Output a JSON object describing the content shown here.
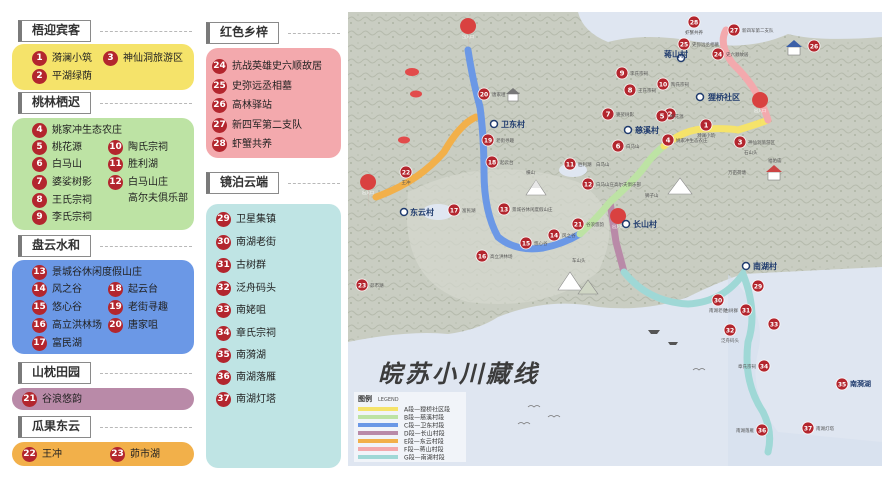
{
  "sections": {
    "yingke": {
      "title": "梧迎宾客",
      "color": "#f5e36a",
      "items": [
        {
          "n": "1",
          "t": "漪澜小筑"
        },
        {
          "n": "3",
          "t": "神仙洞旅游区"
        },
        {
          "n": "2",
          "t": "平湖绿荫"
        }
      ]
    },
    "qichi": {
      "title": "桃林栖迟",
      "color": "#bde3a4",
      "items": [
        {
          "n": "4",
          "t": "姚家冲生态农庄"
        },
        {
          "n": "5",
          "t": "桃花源"
        },
        {
          "n": "10",
          "t": "陶氏宗祠"
        },
        {
          "n": "6",
          "t": "白马山"
        },
        {
          "n": "11",
          "t": "胜利湖"
        },
        {
          "n": "7",
          "t": "婆娑树影"
        },
        {
          "n": "12",
          "t": "白马山庄"
        },
        {
          "n": "8",
          "t": "王氏宗祠"
        },
        {
          "n": "9",
          "t": "李氏宗祠"
        }
      ],
      "item12_sub": "高尔夫俱乐部"
    },
    "shuihe": {
      "title": "盘云水和",
      "color": "#6b98e6",
      "items": [
        {
          "n": "13",
          "t": "景城谷休闲度假山庄"
        },
        {
          "n": "14",
          "t": "风之谷"
        },
        {
          "n": "18",
          "t": "起云台"
        },
        {
          "n": "15",
          "t": "悠心谷"
        },
        {
          "n": "19",
          "t": "老街寻趣"
        },
        {
          "n": "16",
          "t": "高立洪林场"
        },
        {
          "n": "20",
          "t": "唐家咀"
        },
        {
          "n": "17",
          "t": "富民湖"
        }
      ]
    },
    "tianyuan": {
      "title": "山枕田园",
      "color": "#b98aa8",
      "items": [
        {
          "n": "21",
          "t": "谷浪悠韵"
        }
      ]
    },
    "dongyun": {
      "title": "瓜果东云",
      "color": "#f2b04a",
      "items": [
        {
          "n": "22",
          "t": "王冲"
        },
        {
          "n": "23",
          "t": "茆市湖"
        }
      ]
    },
    "xiangzi": {
      "title": "红色乡梓",
      "color": "#f3a9ad",
      "items": [
        {
          "n": "24",
          "t": "抗战英雄史六顺故居"
        },
        {
          "n": "25",
          "t": "史弥远丞相墓"
        },
        {
          "n": "26",
          "t": "高林驿站"
        },
        {
          "n": "27",
          "t": "新四军第二支队"
        },
        {
          "n": "28",
          "t": "虾蟹共养"
        }
      ]
    },
    "yunduan": {
      "title": "镜泊云端",
      "color": "#bfe4e4",
      "items": [
        {
          "n": "29",
          "t": "卫星集镇"
        },
        {
          "n": "30",
          "t": "南湖老街"
        },
        {
          "n": "31",
          "t": "古树群"
        },
        {
          "n": "32",
          "t": "泛舟码头"
        },
        {
          "n": "33",
          "t": "南姥咀"
        },
        {
          "n": "34",
          "t": "章氏宗祠"
        },
        {
          "n": "35",
          "t": "南漪湖"
        },
        {
          "n": "36",
          "t": "南湖落雁"
        },
        {
          "n": "37",
          "t": "南湖灯塔"
        }
      ]
    }
  },
  "map": {
    "title": "皖苏小川藏线",
    "villages": [
      "卫东村",
      "蒋山村",
      "狸桥社区",
      "慈溪村",
      "东云村",
      "长山村",
      "南湖村"
    ],
    "entrance_label": "出入口",
    "legend": {
      "title": "图例",
      "subtitle": "LEGEND",
      "rows": [
        {
          "label": "A段—狸桥社区段",
          "color": "#f5e36a"
        },
        {
          "label": "B段—慈溪村段",
          "color": "#bde3a4"
        },
        {
          "label": "C段—卫东村段",
          "color": "#6b98e6"
        },
        {
          "label": "D段—长山村段",
          "color": "#b98aa8"
        },
        {
          "label": "E段—东云村段",
          "color": "#f2b04a"
        },
        {
          "label": "F段—蒋山村段",
          "color": "#f3a9ad"
        },
        {
          "label": "G段—南湖村段",
          "color": "#9fd8d6"
        }
      ]
    },
    "place_labels": {
      "p1": "漪澜小筑",
      "p3": "神仙洞旅游区",
      "p4": "姚家冲生态农庄",
      "p5": "桃花源",
      "p6": "白马山",
      "p7": "婆娑树影",
      "p8": "王氏宗祠",
      "p9": "李氏宗祠",
      "p10": "陶氏宗祠",
      "p11": "胜利湖",
      "p12": "白马山庄高尔夫俱乐部",
      "p13": "景城谷休闲度假山庄",
      "p14": "风之谷",
      "p15": "悠心谷",
      "p16": "高立洪林场",
      "p17": "富民湖",
      "p18": "起云台",
      "p19": "老街寻趣",
      "p20": "唐家咀",
      "p21": "谷浪悠韵",
      "p22": "王冲",
      "p23": "茆市湖",
      "p24": "史六顺故居",
      "p25": "史弥远丞相墓",
      "p26": "高林驿站",
      "p27": "新四军第二支队",
      "p28": "虾蟹共养",
      "p29": "卫星集镇",
      "p30": "南湖老街",
      "p31": "古树群",
      "p32": "泛舟码头",
      "p33": "南姥咀",
      "p34": "章氏宗祠",
      "p36": "南湖落雁",
      "p37": "南湖灯塔",
      "p35": "南漪湖",
      "hill1": "横山",
      "hill2": "白马山",
      "hill3": "狮子山",
      "hill4": "车山头",
      "hill5": "福佑庙",
      "hill6": "石山头",
      "pond": "万亩荷塘"
    }
  }
}
